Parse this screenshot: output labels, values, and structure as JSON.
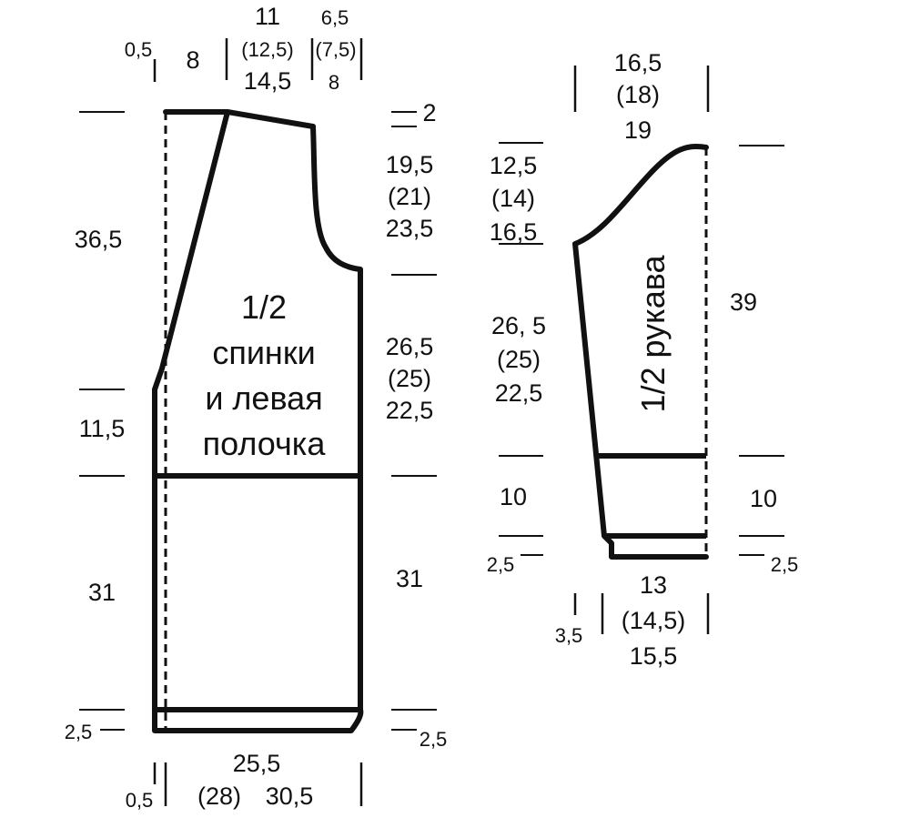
{
  "body_piece": {
    "title": [
      "1/2",
      "спинки",
      "и левая",
      "полочка"
    ],
    "top_widths": {
      "edge": "0,5",
      "neck": "8",
      "shoulder": [
        "11",
        "(12,5)",
        "14,5"
      ],
      "armhole_top": [
        "6,5",
        "(7,5)",
        "8"
      ]
    },
    "left_heights": {
      "neck_depth": "36,5",
      "lower_front": "11,5",
      "body": "31",
      "hem": "2,5"
    },
    "right_heights": {
      "shoulder_slope": "2",
      "armhole": [
        "19,5",
        "(21)",
        "23,5"
      ],
      "side": [
        "26,5",
        "(25)",
        "22,5"
      ],
      "body": "31",
      "hem": "2,5"
    },
    "bottom_widths": {
      "edge": "0,5",
      "width": [
        "25,5",
        "(28)",
        "30,5"
      ]
    }
  },
  "sleeve_piece": {
    "title": "1/2 рукава",
    "top_width": [
      "16,5",
      "(18)",
      "19"
    ],
    "left_heights": {
      "cap": [
        "12,5",
        "(14)",
        "16,5"
      ],
      "upper": [
        "26, 5",
        "(25)",
        "22,5"
      ],
      "cuff": "10",
      "hem": "2,5"
    },
    "right_heights": {
      "length": "39",
      "cuff": "10",
      "hem": "2,5"
    },
    "bottom_widths": {
      "edge": "3,5",
      "width": [
        "13",
        "(14,5)",
        "15,5"
      ]
    }
  }
}
